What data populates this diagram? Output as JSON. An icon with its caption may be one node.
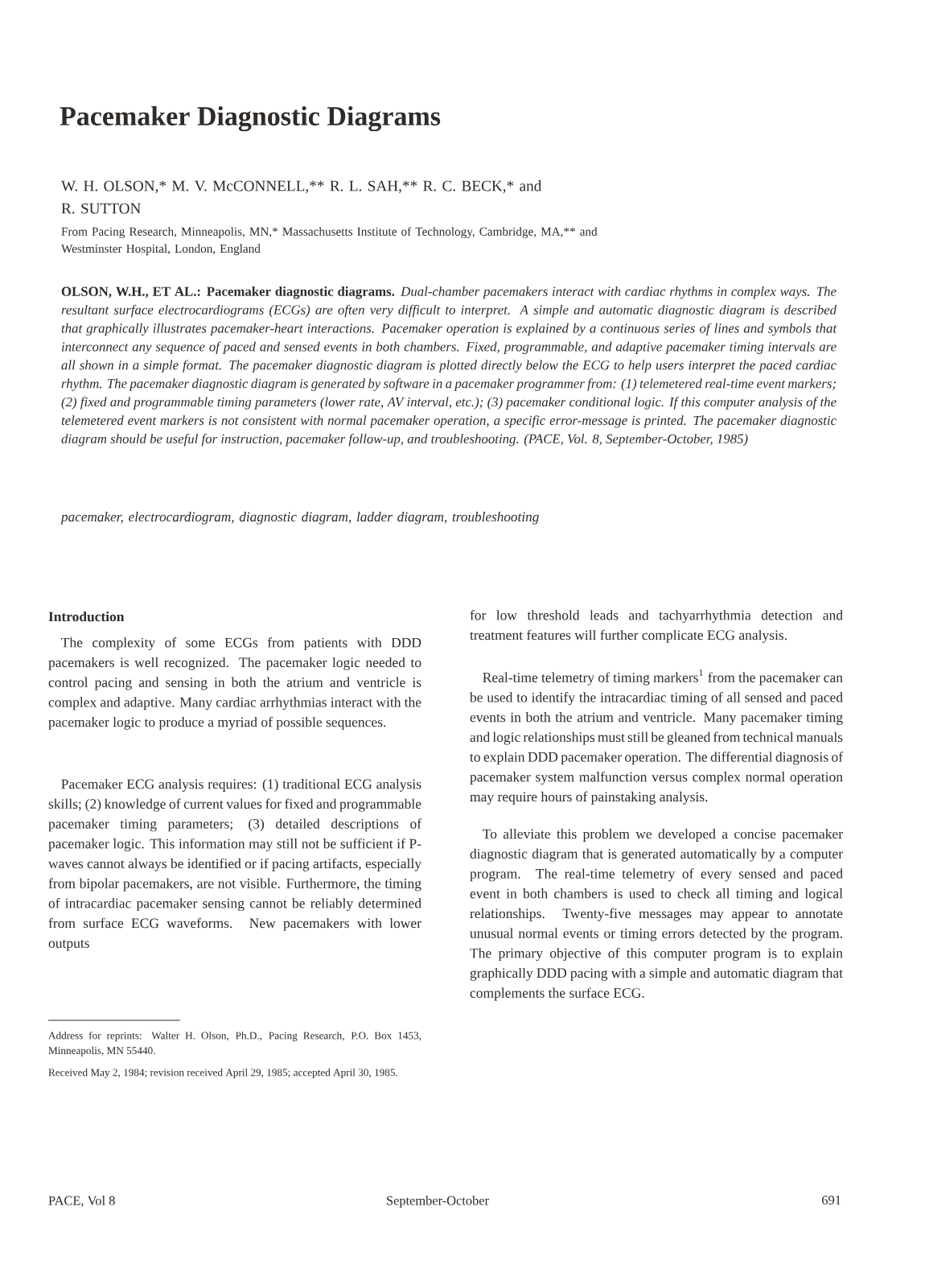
{
  "diagram": {
    "title": "Pacemaker Diagnostic Diagrams",
    "labels": [
      "W. H. OLSON,* M. V. McCONNELL,** R. L. SAH,** R. C. BECK,* and R. SUTTON",
      "From Pacing Research, Minneapolis, MN,* Massachusetts Institute of Technology, Cambridge, MA,** and Westminster Hospital, London, England",
      "**OLSON, W.H., ET AL.: Pacemaker diagnostic diagrams.** *Dual-chamber pacemakers interact with cardiac rhythms in complex ways. The resultant surface electrocardiograms (ECGs) are often very difficult to interpret. A simple and automatic diagnostic diagram is described that graphically illustrates pacemaker-heart interactions. Pacemaker operation is explained by a continuous series of lines and symbols that interconnect any sequence of paced and sensed events in both chambers. Fixed, programmable, and adaptive pacemaker timing intervals are all shown in a simple format. The pacemaker diagnostic diagram is plotted directly below the ECG to help users interpret the paced cardiac rhythm. The pacemaker diagnostic diagram is generated by software in a pacemaker programmer from: (1) telemetered real-time event markers; (2) fixed and programmable timing parameters (lower rate, AV interval, etc.); (3) pacemaker conditional logic. If this computer analysis of the telemetered event markers is not consistent with normal pacemaker operation, a specific error-message is printed. The pacemaker diagnostic diagram should be useful for instruction, pacemaker follow-up, and troubleshooting. (PACE, Vol. 8, September-October, 1985)*",
      "pacemaker, electrocardiogram, diagnostic diagram, ladder diagram, troubleshooting",
      "Introduction",
      "The complexity of some ECGs from patients with DDD pacemakers is well recognized. The pacemaker logic needed to control pacing and sensing in both the atrium and ventricle is complex and adaptive. Many cardiac arrhythmias interact with the pacemaker logic to produce a myriad of possible sequences.",
      "Pacemaker ECG analysis requires: (1) traditional ECG analysis skills; (2) knowledge of current values for fixed and programmable pacemaker timing parameters; (3) detailed descriptions of pacemaker logic. This information may still not be sufficient if P-waves cannot always be identified or if pacing artifacts, especially from bipolar pacemakers, are not visible. Furthermore, the timing of intracardiac pacemaker sensing cannot be reliably determined from surface ECG waveforms. New pacemakers with lower outputs",
      "Address for reprints: Walter H. Olson, Ph.D., Pacing Research, P.O. Box 1453, Minneapolis, MN 55440.",
      "Received May 2, 1984; revision received April 29, 1985; accepted April 30, 1985.",
      "for low threshold leads and tachyarrhythmia detection and treatment features will further complicate ECG analysis.",
      "Real-time telemetry of timing markers$^{1}$ from the pacemaker can be used to identify the intracardiac timing of all sensed and paced events in both the atrium and ventricle. Many pacemaker timing and logic relationships must still be gleaned from technical manuals to explain DDD pacemaker operation. The differential diagnosis of pacemaker system malfunction versus complex normal operation may require hours of painstaking analysis.",
      "To alleviate this problem we developed a concise pacemaker diagnostic diagram that is generated automatically by a computer program. The real-time telemetry of every sensed and paced event in both chambers is used to check all timing and logical relationships. Twenty-five messages may appear to annotate unusual normal events or timing errors detected by the program. The primary objective of this computer program is to explain graphically DDD pacing with a simple and automatic diagram that complements the surface ECG.",
      "PACE, Vol 8",
      "September-October",
      "691"
    ]
  }
}
